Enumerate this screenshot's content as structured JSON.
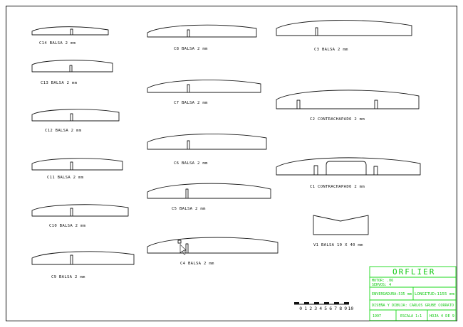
{
  "parts": [
    {
      "id": "c14",
      "label": "C14 BALSA 2 mm"
    },
    {
      "id": "c13",
      "label": "C13 BALSA 2 mm"
    },
    {
      "id": "c12",
      "label": "C12 BALSA 2 mm"
    },
    {
      "id": "c11",
      "label": "C11 BALSA 2 mm"
    },
    {
      "id": "c10",
      "label": "C10 BALSA 2 mm"
    },
    {
      "id": "c9",
      "label": "C9 BALSA 2 mm"
    },
    {
      "id": "c8",
      "label": "C8 BALSA 2 mm"
    },
    {
      "id": "c7",
      "label": "C7 BALSA 2 mm"
    },
    {
      "id": "c6",
      "label": "C6 BALSA 2 mm"
    },
    {
      "id": "c5",
      "label": "C5 BALSA 2 mm"
    },
    {
      "id": "c4",
      "label": "C4 BALSA 2 mm"
    },
    {
      "id": "c3",
      "label": "C3 BALSA 2 mm"
    },
    {
      "id": "c2",
      "label": "C2 CONTRACHAPADO 2 mm"
    },
    {
      "id": "c1",
      "label": "C1 CONTRACHAPADO 2 mm"
    },
    {
      "id": "v1",
      "label": "V1 BALSA 10 X 40 mm"
    }
  ],
  "title_block": {
    "title": "ORFLIER",
    "motor": "MOTOR: .06",
    "servos": "SERVOS: 4",
    "wingspan": "ENVERGADURA:535 mm",
    "length": "LONGITUD:1155 mm",
    "author": "DISEÑA Y DIBUJA: CARLOS GRUBE CORRATO",
    "year": "1997",
    "scale": "ESCALA 1:1",
    "sheet": "HOJA 4 DE 9"
  },
  "scale_bar": {
    "ticks": [
      "0",
      "1",
      "2",
      "3",
      "4",
      "5",
      "6",
      "7",
      "8",
      "9",
      "10"
    ]
  },
  "colors": {
    "title_block": "#19d919",
    "drawing": "#1a1a1a"
  }
}
